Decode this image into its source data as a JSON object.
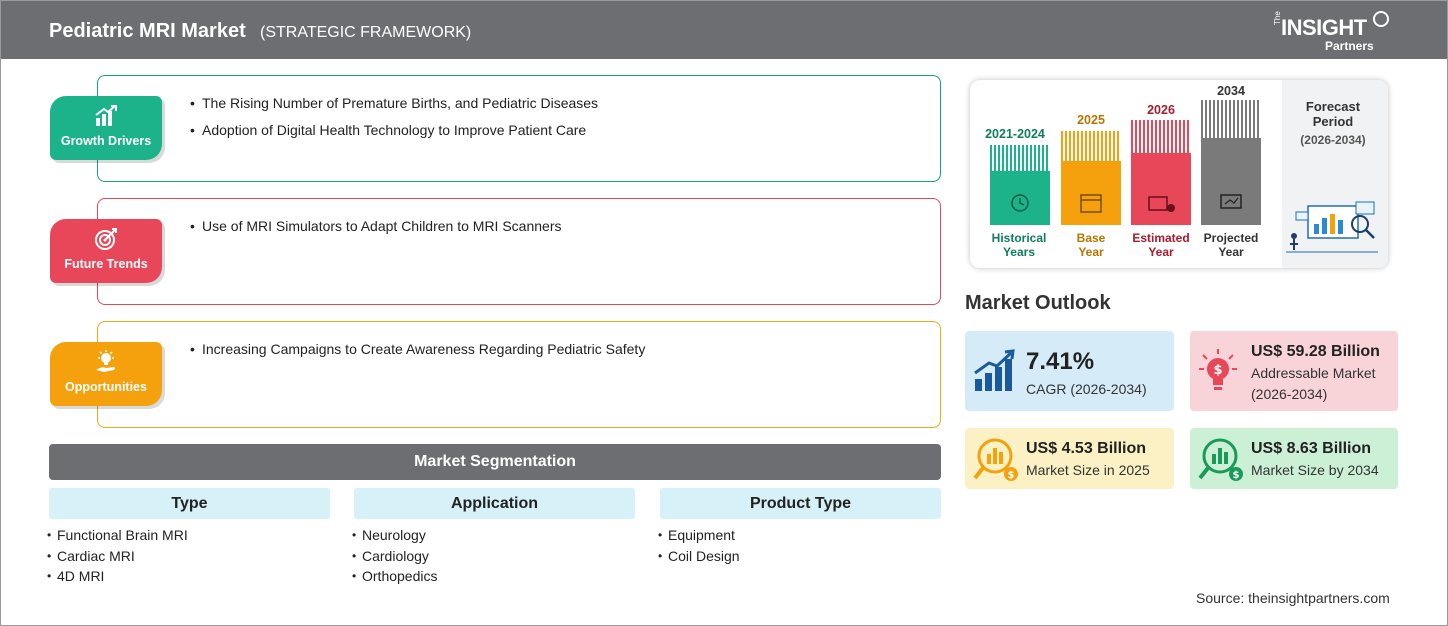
{
  "header": {
    "title": "Pediatric MRI Market",
    "subtitle": "(STRATEGIC FRAMEWORK)",
    "logo": {
      "the": "The",
      "insight": "INSIGHT",
      "partners": "Partners"
    }
  },
  "framework": {
    "growth_drivers": {
      "label": "Growth Drivers",
      "color": "#1db38a",
      "items": [
        "The Rising Number of Premature Births, and Pediatric Diseases",
        "Adoption of Digital Health Technology to Improve Patient Care"
      ]
    },
    "future_trends": {
      "label": "Future Trends",
      "color": "#e8475a",
      "items": [
        "Use of MRI Simulators to Adapt Children to MRI Scanners"
      ]
    },
    "opportunities": {
      "label": "Opportunities",
      "color": "#f5a10d",
      "items": [
        "Increasing Campaigns to Create Awareness Regarding Pediatric Safety"
      ]
    }
  },
  "segmentation": {
    "title": "Market Segmentation",
    "columns": [
      {
        "heading": "Type",
        "items": [
          "Functional Brain MRI",
          "Cardiac MRI",
          "4D MRI"
        ]
      },
      {
        "heading": "Application",
        "items": [
          "Neurology",
          "Cardiology",
          "Orthopedics"
        ]
      },
      {
        "heading": "Product Type",
        "items": [
          "Equipment",
          "Coil Design"
        ]
      }
    ]
  },
  "timeline": {
    "columns": [
      {
        "year": "2021-2024",
        "label1": "Historical",
        "label2": "Years",
        "color": "#1db38a",
        "text_color": "#0e7e5e",
        "icon": "history-icon"
      },
      {
        "year": "2025",
        "label1": "Base",
        "label2": "Year",
        "color": "#f5a10d",
        "text_color": "#b87400",
        "icon": "calendar-icon"
      },
      {
        "year": "2026",
        "label1": "Estimated",
        "label2": "Year",
        "color": "#e8475a",
        "text_color": "#a61c2e",
        "icon": "estimate-icon"
      },
      {
        "year": "2034",
        "label1": "Projected",
        "label2": "Year",
        "color": "#7a7a7a",
        "text_color": "#333333",
        "icon": "presentation-icon"
      }
    ],
    "forecast_title": "Forecast Period",
    "forecast_range": "(2026-2034)"
  },
  "outlook": {
    "title": "Market Outlook",
    "cards": [
      {
        "value": "7.41%",
        "label": "CAGR (2026-2034)",
        "bg": "#d5ebf7",
        "icon": "growth-chart-icon"
      },
      {
        "value": "US$ 59.28 Billion",
        "label1": "Addressable Market",
        "label2": "(2026-2034)",
        "bg": "#f8d4d8",
        "icon": "lightbulb-dollar-icon"
      },
      {
        "value": "US$ 4.53 Billion",
        "label": "Market Size in 2025",
        "bg": "#fbf1c4",
        "icon": "money-magnifier-icon"
      },
      {
        "value": "US$ 8.63 Billion",
        "label": "Market Size by 2034",
        "bg": "#ccf0d6",
        "icon": "money-chart-icon"
      }
    ]
  },
  "source": "Source: theinsightpartners.com"
}
